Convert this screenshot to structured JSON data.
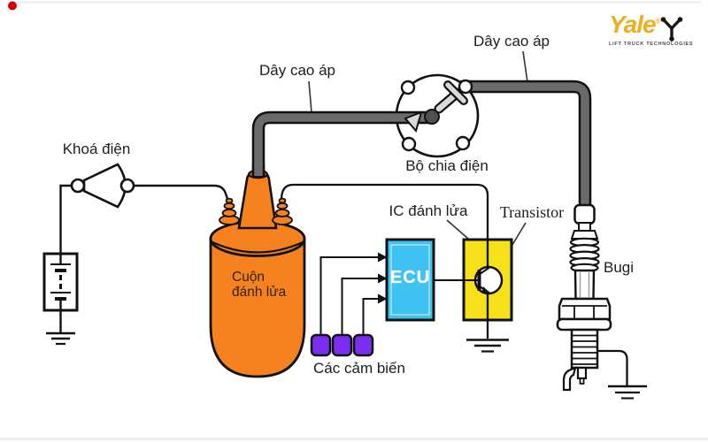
{
  "branding": {
    "wordmark": "Yale",
    "registered": "®",
    "tagline": "LIFT TRUCK TECHNOLOGIES",
    "wordmark_color": "#EDAE20",
    "tagline_color": "#4a4a4a"
  },
  "labels": {
    "high_voltage_wire_1": "Dây cao áp",
    "high_voltage_wire_2": "Dây cao áp",
    "ignition_switch": "Khoá điện",
    "distributor": "Bộ chia điện",
    "ignition_coil_line1": "Cuộn",
    "ignition_coil_line2": "đánh lửa",
    "ignition_ic": "IC đánh lửa",
    "transistor": "Transistor",
    "sensors": "Các cảm biến",
    "spark_plug": "Bugi",
    "ecu": "ECU"
  },
  "colors": {
    "coil_orange": "#F5821F",
    "coil_opening": "#b35b10",
    "ecu_blue": "#3EC2F1",
    "ic_yellow": "#F6E01A",
    "sensor_purple": "#7C2EF0",
    "wire_gray": "#6b6b6b",
    "rotor_gray": "#d9d9d9",
    "accent_red": "#D40000",
    "outline": "#111111"
  }
}
